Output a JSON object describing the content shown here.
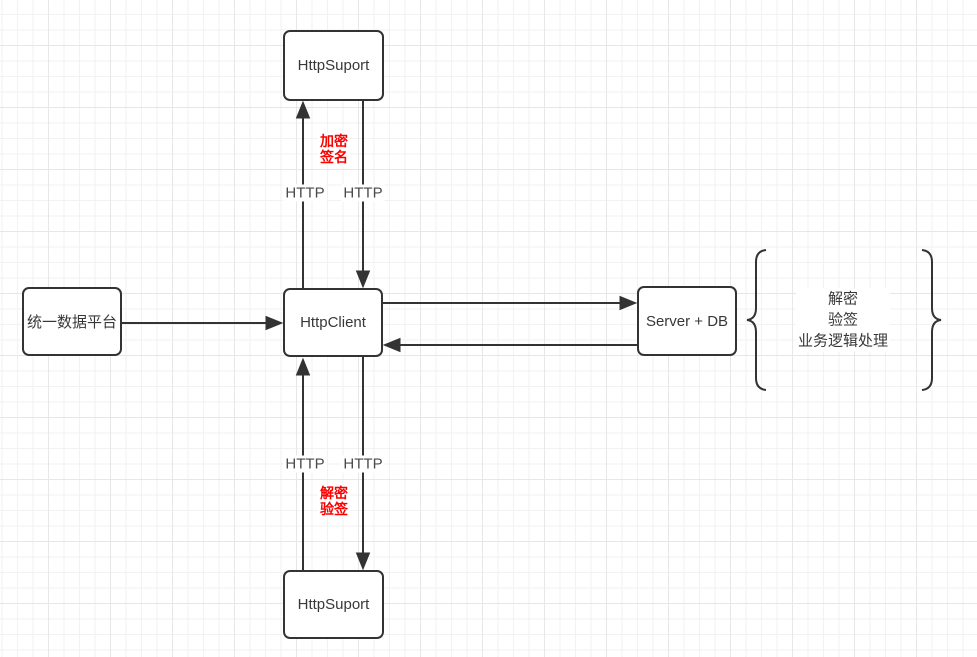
{
  "diagram": {
    "nodes": {
      "httpsuport_top": "HttpSuport",
      "httpclient": "HttpClient",
      "data_platform": "统一数据平台",
      "server_db": "Server + DB",
      "httpsuport_bottom": "HttpSuport"
    },
    "http_labels": [
      "HTTP",
      "HTTP",
      "HTTP",
      "HTTP"
    ],
    "annotations": {
      "encrypt_sign": [
        "加密",
        "签名"
      ],
      "decrypt_verify": [
        "解密",
        "验签"
      ],
      "server_process": [
        "解密",
        "验签",
        "业务逻辑处理"
      ]
    },
    "colors": {
      "stroke": "#333333",
      "text": "#383838",
      "accent_red": "#ff0000",
      "grid_minor": "#f2f2f2",
      "grid_major": "#e7e7e7",
      "node_fill": "#ffffff"
    }
  }
}
